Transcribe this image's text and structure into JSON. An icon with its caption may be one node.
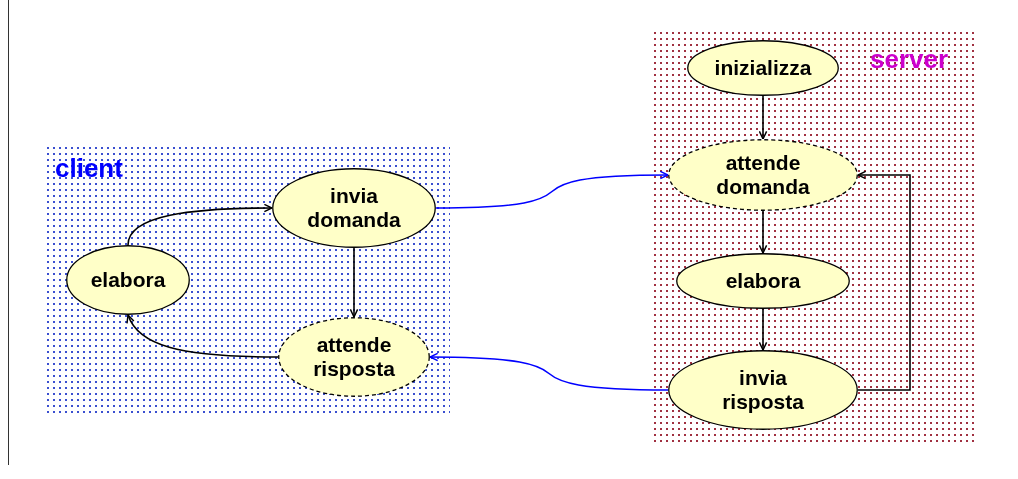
{
  "diagram": {
    "nodes": [
      {
        "text": [
          "client"
        ]
      },
      {
        "text": [
          "elabora"
        ],
        "in": 0
      },
      {
        "text": [
          "invia domanda"
        ],
        "in": 0
      },
      {
        "text": [
          "attende risposta"
        ],
        "in": 0
      },
      {
        "text": [
          "server"
        ]
      },
      {
        "text": [
          "inizializza"
        ],
        "in": 4
      },
      {
        "text": [
          "attende domanda"
        ],
        "in": 4
      },
      {
        "text": [
          "elabora"
        ],
        "in": 4
      },
      {
        "text": [
          "invia risposta"
        ],
        "in": 4
      }
    ],
    "edges": [
      {
        "from": 1,
        "to": 2,
        "arrow": "to"
      },
      {
        "from": 2,
        "to": 3,
        "arrow": "to"
      },
      {
        "from": 3,
        "to": 1,
        "arrow": "to"
      },
      {
        "from": 2,
        "to": 6,
        "arrow": "to",
        "color": "#0000ff"
      },
      {
        "from": 8,
        "to": 3,
        "arrow": "to",
        "color": "#0000ff"
      },
      {
        "from": 5,
        "to": 6,
        "arrow": "to"
      },
      {
        "from": 6,
        "to": 7,
        "arrow": "to"
      },
      {
        "from": 7,
        "to": 8,
        "arrow": "to"
      },
      {
        "from": 8,
        "to": 6,
        "arrow": "to"
      }
    ]
  }
}
